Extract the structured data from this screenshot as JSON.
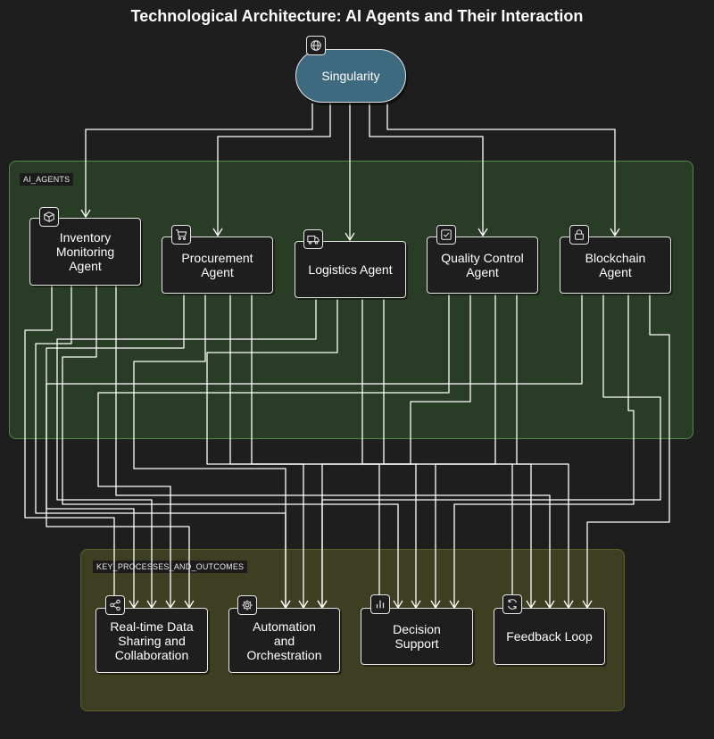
{
  "title": "Technological Architecture: AI Agents and Their Interaction",
  "root": {
    "label": "Singularity",
    "icon": "globe-icon"
  },
  "groups": {
    "agents_label": "AI_AGENTS",
    "outcomes_label": "KEY_PROCESSES_AND_OUTCOMES"
  },
  "agents": [
    {
      "label": "Inventory\nMonitoring\nAgent",
      "icon": "cube-icon"
    },
    {
      "label": "Procurement\nAgent",
      "icon": "cart-icon"
    },
    {
      "label": "Logistics Agent",
      "icon": "truck-icon"
    },
    {
      "label": "Quality Control\nAgent",
      "icon": "check-square-icon"
    },
    {
      "label": "Blockchain\nAgent",
      "icon": "lock-icon"
    }
  ],
  "outcomes": [
    {
      "label": "Real-time Data\nSharing and\nCollaboration",
      "icon": "share-icon"
    },
    {
      "label": "Automation\nand\nOrchestration",
      "icon": "gear-icon"
    },
    {
      "label": "Decision\nSupport",
      "icon": "bar-chart-icon"
    },
    {
      "label": "Feedback Loop",
      "icon": "refresh-icon"
    }
  ],
  "colors": {
    "background": "#1e1e1e",
    "root_fill": "#3e6a80",
    "agents_group": "#4f8a40",
    "outcomes_group": "#6e7028",
    "edge": "#ffffff"
  }
}
